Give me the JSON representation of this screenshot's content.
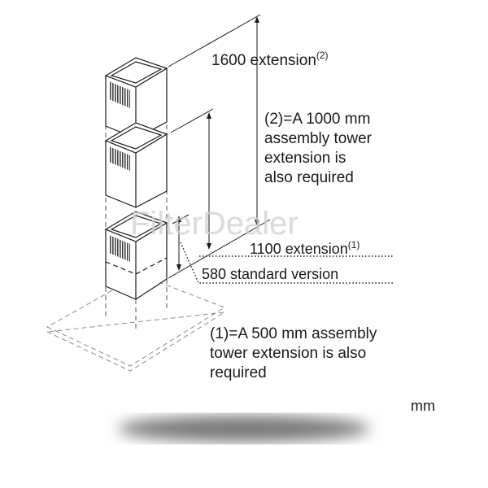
{
  "labels": {
    "ext1600": "1600 extension",
    "ext1600_sup": "(2)",
    "note2": [
      "(2)=A 1000 mm",
      "assembly tower",
      "extension is",
      "also required"
    ],
    "ext1100": "1100 extension",
    "ext1100_sup": "(1)",
    "standard580": "580 standard version",
    "note1": [
      "(1)=A 500 mm assembly",
      "tower extension is also",
      "required"
    ],
    "unit": "mm"
  },
  "watermark": "FilterDealer",
  "colors": {
    "line": "#1a1a1a",
    "dash": "#8a8a8a",
    "watermark": "#d8d8d8"
  }
}
